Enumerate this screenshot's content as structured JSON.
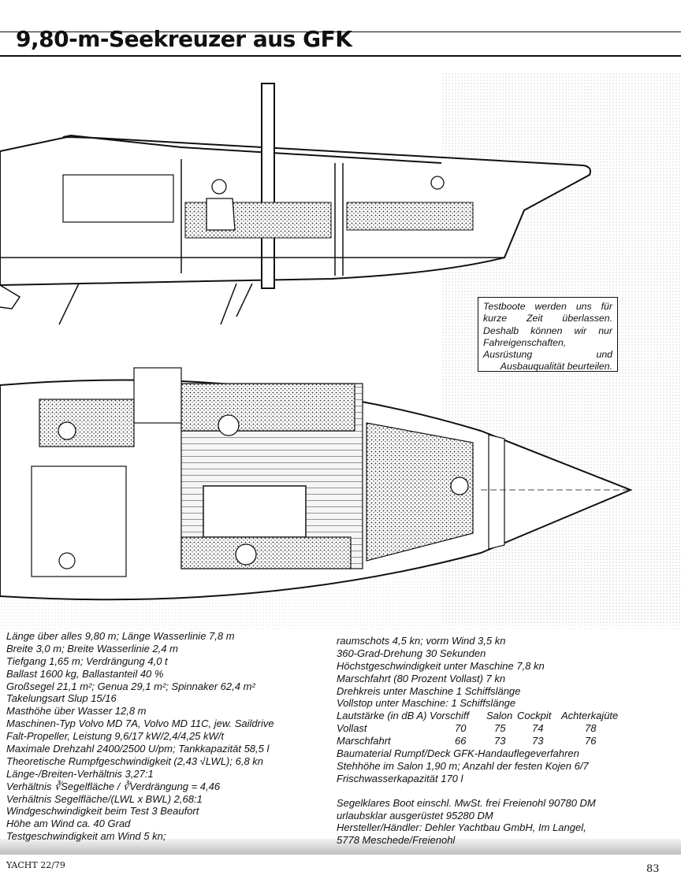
{
  "title": "9,80-m-Seekreuzer aus GFK",
  "notice": "Testboote werden uns für kurze Zeit überlassen. Deshalb können wir nur Fahreigenschaften, Ausrüstung und Ausbauqualität beurteilen.",
  "specs_left": [
    "Länge über alles 9,80 m; Länge Wasserlinie 7,8 m",
    "Breite 3,0 m; Breite Wasserlinie 2,4 m",
    "Tiefgang 1,65 m; Verdrängung 4,0 t",
    "Ballast 1600 kg, Ballastanteil 40 %",
    "Großsegel 21,1 m²; Genua 29,1 m²; Spinnaker 62,4 m²",
    "Takelungsart Slup 15/16",
    "Masthöhe über Wasser 12,8 m",
    "Maschinen-Typ Volvo MD 7A, Volvo MD 11C, jew. Saildrive",
    "Falt-Propeller, Leistung 9,6/17 kW/2,4/4,25 kW/t",
    "Maximale Drehzahl 2400/2500 U/pm; Tankkapazität 58,5 l",
    "Theoretische Rumpfgeschwindigkeit (2,43 √LWL); 6,8 kn",
    "Länge-/Breiten-Verhältnis 3,27:1",
    "Verhältnis ∛Segelfläche / ∛Verdrängung = 4,46",
    "Verhältnis Segelfläche/(LWL x BWL) 2,68:1",
    "Windgeschwindigkeit beim Test 3 Beaufort",
    "Höhe am Wind ca. 40 Grad",
    "Testgeschwindigkeit am Wind 5 kn;"
  ],
  "specs_right_a": [
    "raumschots 4,5 kn; vorm Wind 3,5 kn",
    "360-Grad-Drehung 30 Sekunden",
    "Höchstgeschwindigkeit unter Maschine 7,8 kn",
    "Marschfahrt (80 Prozent Vollast) 7 kn",
    "Drehkreis unter Maschine 1 Schiffslänge",
    "Vollstop unter Maschine: 1 Schiffslänge"
  ],
  "noise_table": {
    "header": [
      "Lautstärke (in dB A) Vorschiff",
      "Salon",
      "Cockpit",
      "Achterkajüte"
    ],
    "rows": [
      [
        "Vollast",
        "70",
        "75",
        "74",
        "78"
      ],
      [
        "Marschfahrt",
        "66",
        "73",
        "73",
        "76"
      ]
    ]
  },
  "specs_right_b": [
    "Baumaterial Rumpf/Deck GFK-Handauflegeverfahren",
    "Stehhöhe im Salon 1,90 m; Anzahl der festen Kojen 6/7",
    "Frischwasserkapazität 170 l"
  ],
  "specs_right_c": [
    "Segelklares Boot einschl. MwSt. frei Freienohl 90780 DM",
    "urlaubsklar ausgerüstet 95280 DM",
    "Hersteller/Händler: Dehler Yachtbau GmbH, Im Langel,",
    "5778 Meschede/Freienohl"
  ],
  "footer": {
    "left": "YACHT 22/79",
    "right": "83"
  }
}
